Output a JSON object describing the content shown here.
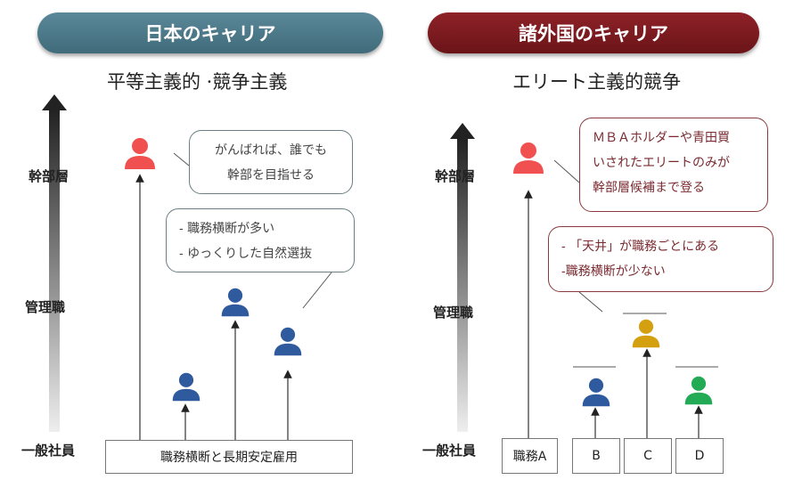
{
  "left": {
    "title": "日本のキャリア",
    "subtitle": "平等主義的 ·競争主義",
    "levels": [
      "幹部層",
      "管理職",
      "一般社員"
    ],
    "base_box": "職務横断と長期安定雇用",
    "bubble1": [
      "がんばれば、誰でも",
      "幹部を目指せる"
    ],
    "bubble2": [
      "- 職務横断が多い",
      "- ゆっくりした自然選抜"
    ]
  },
  "right": {
    "title": "諸外国のキャリア",
    "subtitle": "エリート主義的競争",
    "levels": [
      "幹部層",
      "管理職",
      "一般社員"
    ],
    "boxes": [
      "職務A",
      "B",
      "C",
      "D"
    ],
    "bubble1": [
      "ＭＢＡホルダーや青田買",
      "いされたエリートのみが",
      "幹部層候補まで登る"
    ],
    "bubble2": [
      "- 「天井」が職務ごとにある",
      "-職務横断が少ない"
    ]
  },
  "colors": {
    "left_banner": "#4a7585",
    "right_banner": "#7b1a20",
    "red": "#f05050",
    "blue": "#2f5a9e",
    "gold": "#d4a010",
    "green": "#22aa55"
  }
}
